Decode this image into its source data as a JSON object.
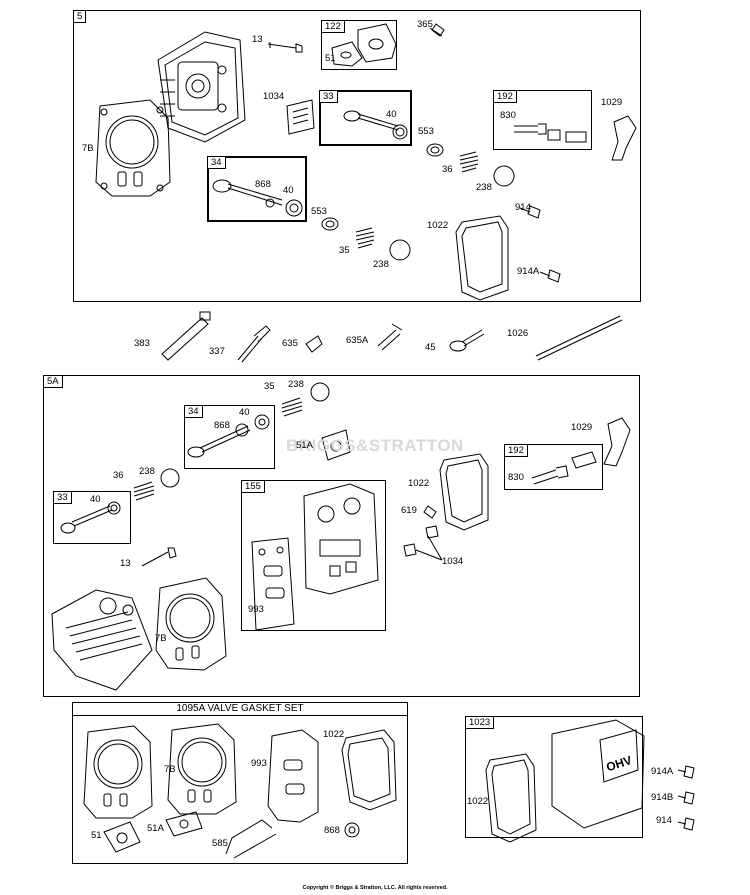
{
  "sections": {
    "s5": "5",
    "s5a": "5A",
    "gasket_set_title": "1095A VALVE GASKET SET",
    "s1023": "1023"
  },
  "sub_boxes": {
    "b122": "122",
    "b33a": "33",
    "b192a": "192",
    "b34a": "34",
    "b34b": "34",
    "b192b": "192",
    "b33b": "33",
    "b155": "155"
  },
  "labels": {
    "l13a": "13",
    "l51a": "51",
    "l365": "365",
    "l1034a": "1034",
    "l40a": "40",
    "l7Ba": "7B",
    "l830a": "830",
    "l1029a": "1029",
    "l553a": "553",
    "l36a": "36",
    "l238a": "238",
    "l868a": "868",
    "l40b": "40",
    "l914a": "914",
    "l1022a": "1022",
    "l553b": "553",
    "l35a": "35",
    "l238b": "238",
    "l914Aa": "914A",
    "l383": "383",
    "l337": "337",
    "l635": "635",
    "l635A": "635A",
    "l45": "45",
    "l1026": "1026",
    "l35b": "35",
    "l238c": "238",
    "l40c": "40",
    "l868b": "868",
    "l51Aa": "51A",
    "l1029b": "1029",
    "l830b": "830",
    "l36b": "36",
    "l238d": "238",
    "l1022b": "1022",
    "l40d": "40",
    "l619": "619",
    "l1034b": "1034",
    "l13b": "13",
    "l993a": "993",
    "l7Bb": "7B",
    "l7Bc": "7B",
    "l993b": "993",
    "l1022c": "1022",
    "l51b": "51",
    "l51Ab": "51A",
    "l585": "585",
    "l868c": "868",
    "l914Ab": "914A",
    "l1022d": "1022",
    "l914B": "914B",
    "l914b": "914"
  },
  "watermark": "BRIGGS&STRATTON",
  "copyright": "Copyright © Briggs & Stratton, LLC. All rights reserved."
}
